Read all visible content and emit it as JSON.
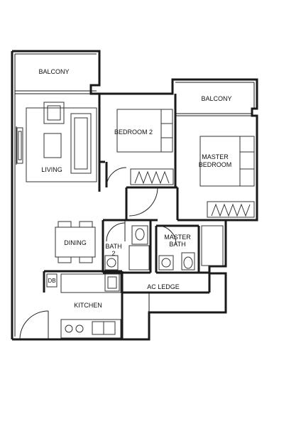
{
  "rooms": {
    "balcony_left": "BALCONY",
    "balcony_right": "BALCONY",
    "bedroom2": "BEDROOM 2",
    "master_bedroom_line1": "MASTER",
    "master_bedroom_line2": "BEDROOM",
    "living": "LIVING",
    "dining": "DINING",
    "bath2_line1": "BATH",
    "bath2_line2": "2",
    "master_bath_line1": "MASTER",
    "master_bath_line2": "BATH",
    "ac_ledge": "AC LEDGE",
    "kitchen": "KITCHEN",
    "db": "DB"
  }
}
